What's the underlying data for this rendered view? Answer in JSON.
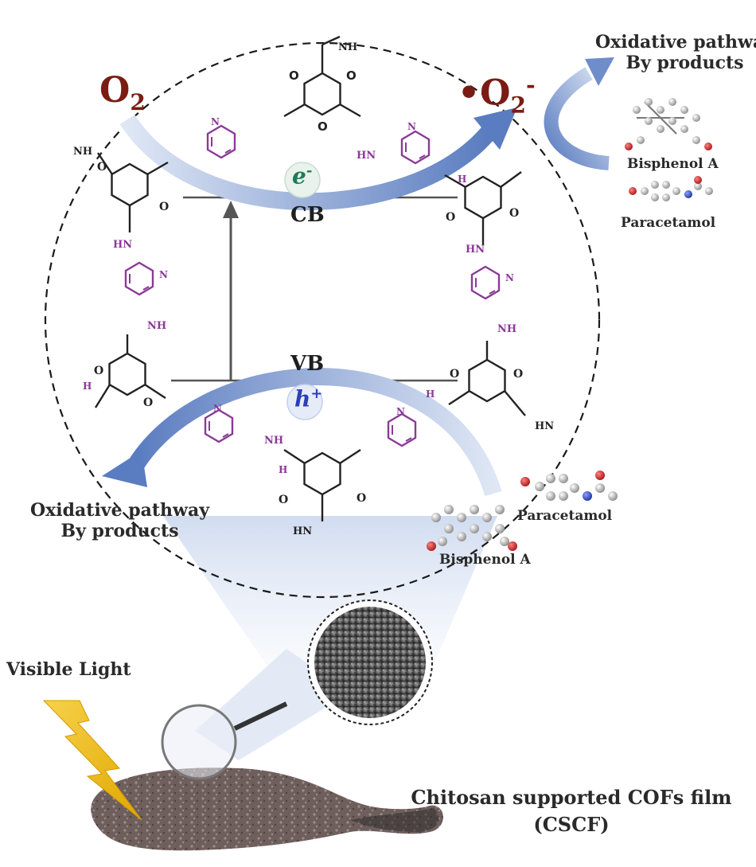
{
  "figure": {
    "reactant_oxygen": "O",
    "reactant_oxygen_sub": "2",
    "product_radical": "•O",
    "product_radical_sub": "2",
    "product_radical_sup": "-",
    "conduction_band": "CB",
    "valence_band": "VB",
    "electron": "e",
    "electron_sup": "-",
    "hole": "h",
    "hole_sup": "+",
    "pathway_top_line1": "Oxidative pathway",
    "pathway_top_line2": "By products",
    "pathway_bottom_line1": "Oxidative pathway",
    "pathway_bottom_line2": "By products",
    "pollutant_top_1": "Bisphenol A",
    "pollutant_top_2": "Paracetamol",
    "pollutant_bottom_1": "Paracetamol",
    "pollutant_bottom_2": "Bisphenol A",
    "light_source": "Visible Light",
    "film_name": "Chitosan supported COFs film",
    "film_abbrev": "(CSCF)",
    "molecule_label_nh": "NH",
    "molecule_label_hn": "HN",
    "molecule_label_n": "N",
    "molecule_label_h": "H",
    "molecule_label_o": "O"
  },
  "colors": {
    "oxygen_text": "#7a1c14",
    "linker_purple": "#8a3a96",
    "arrow_blue": "#5f7fbf",
    "electron_green": "#1f7a55",
    "hole_blue": "#2c3fb3",
    "atom_red": "#c0282a",
    "atom_blue": "#2544b5",
    "lightning_yellow": "#f2c200"
  },
  "icons": [
    "lightning-icon",
    "magnifier-icon",
    "sem-particle-icon"
  ]
}
